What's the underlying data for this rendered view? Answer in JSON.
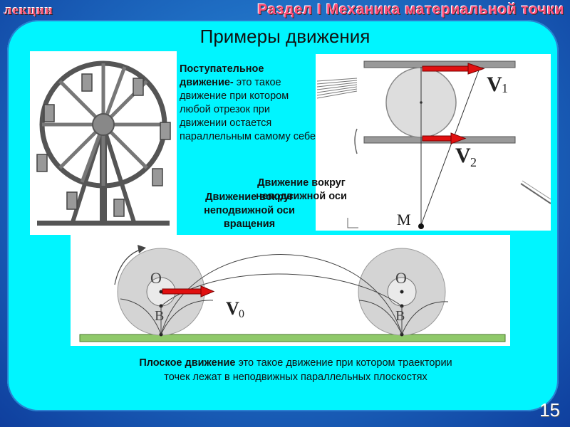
{
  "header": {
    "left_label": "лекции",
    "right_label": "Раздел I Механика материальной точки"
  },
  "slide": {
    "title": "Примеры движения",
    "translational_term": "Поступательное движение-",
    "translational_def": " это такое движение при котором любой отрезок при движении остается параллельным самому себе",
    "rotation_label_a": "Движение вокруг неподвижной оси",
    "rotation_label_b": "Движение вокруг неподвижной оси вращения",
    "plane_term": "Плоское движение",
    "plane_def": " это такое движение при котором траектории точек лежат в неподвижных параллельных плоскостях",
    "page_number": "15"
  },
  "diagram_labels": {
    "v1": "V",
    "v1_sub": "1",
    "v2": "V",
    "v2_sub": "2",
    "m": "M",
    "o_left": "O",
    "o_right": "O",
    "b_left": "B",
    "b_right": "B",
    "v0": "V",
    "v0_sub": "0"
  },
  "colors": {
    "panel": "#00f5ff",
    "arrow": "#e01010",
    "header_text": "#ff4d7a"
  }
}
